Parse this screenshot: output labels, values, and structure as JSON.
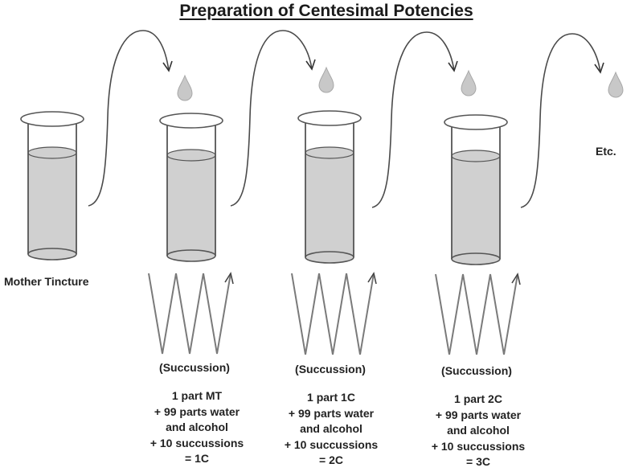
{
  "title": "Preparation of Centesimal Potencies",
  "colors": {
    "liquid": "#d0d0d0",
    "outline": "#555555",
    "drop": "#c8c8c8",
    "text": "#222222"
  },
  "labels": {
    "mother_tincture": "Mother Tincture",
    "etc": "Etc."
  },
  "icons": {
    "tube": "test-tube-icon",
    "drop": "droplet-icon",
    "transfer": "curved-arrow-icon",
    "succussion": "zigzag-arrow-icon"
  },
  "steps": [
    {
      "succussion_label": "(Succussion)",
      "recipe": [
        "1 part MT",
        "+ 99 parts water",
        "and alcohol",
        "+ 10 succussions",
        "= 1C"
      ]
    },
    {
      "succussion_label": "(Succussion)",
      "recipe": [
        "1 part 1C",
        "+ 99 parts water",
        "and alcohol",
        "+ 10 succussions",
        "= 2C"
      ]
    },
    {
      "succussion_label": "(Succussion)",
      "recipe": [
        "1 part  2C",
        "+ 99 parts water",
        "and alcohol",
        "+ 10 succussions",
        "= 3C"
      ]
    }
  ]
}
